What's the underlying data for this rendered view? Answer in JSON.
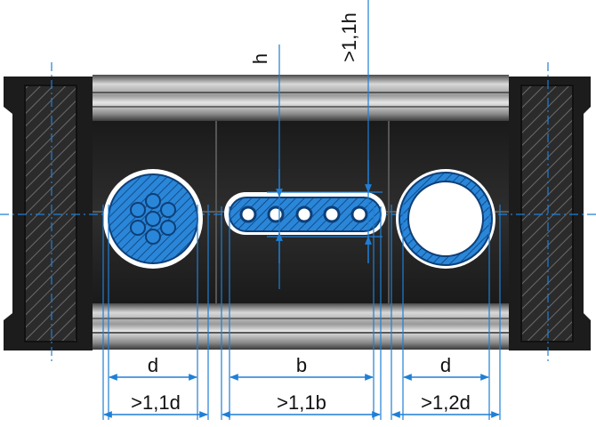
{
  "colors": {
    "blue": "#1f7fd6",
    "cable_blue": "#2a86d8",
    "dark": "#1c1c1c",
    "mid_dark": "#3a3a3a",
    "rail_light": "#c8c8c8",
    "white": "#ffffff"
  },
  "labels": {
    "top_h": "h",
    "top_11h": ">1,1h",
    "dim_d_left": "d",
    "dim_11d": ">1,1d",
    "dim_b": "b",
    "dim_11b": ">1,1b",
    "dim_d_right": "d",
    "dim_12d": ">1,2d"
  }
}
